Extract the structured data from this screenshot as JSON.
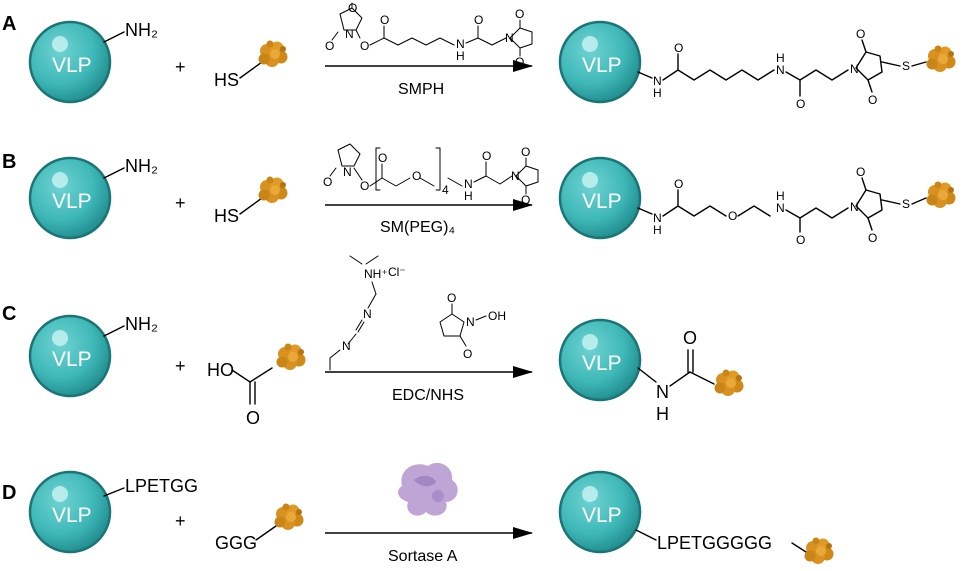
{
  "panels": [
    {
      "label": "A",
      "vlp_text": "VLP",
      "group": "NH₂",
      "plus": "+",
      "reactant": "HS",
      "reagent": "SMPH",
      "product_vlp": "VLP"
    },
    {
      "label": "B",
      "vlp_text": "VLP",
      "group": "NH₂",
      "plus": "+",
      "reactant": "HS",
      "reagent": "SM(PEG)₄",
      "product_vlp": "VLP"
    },
    {
      "label": "C",
      "vlp_text": "VLP",
      "group": "NH₂",
      "plus": "+",
      "reactant": "HO",
      "reagent": "EDC/NHS",
      "product_vlp": "VLP"
    },
    {
      "label": "D",
      "vlp_text": "VLP",
      "group": "LPETGG",
      "plus": "+",
      "reactant": "GGG",
      "reagent": "Sortase A",
      "product_vlp": "VLP",
      "product_text": "LPETGGGGG"
    }
  ],
  "atoms": {
    "N": "N",
    "H": "H",
    "O": "O",
    "S": "S",
    "cl": "Cl⁻",
    "nh_plus": "NH⁺",
    "oh": "OH",
    "peg_n": "4"
  },
  "colors": {
    "vlp_fill": "#3fb8b8",
    "vlp_dark": "#1f8a8c",
    "protein": "#d9921f",
    "protein_dark": "#b06f10",
    "enzyme": "#b79bd2"
  }
}
